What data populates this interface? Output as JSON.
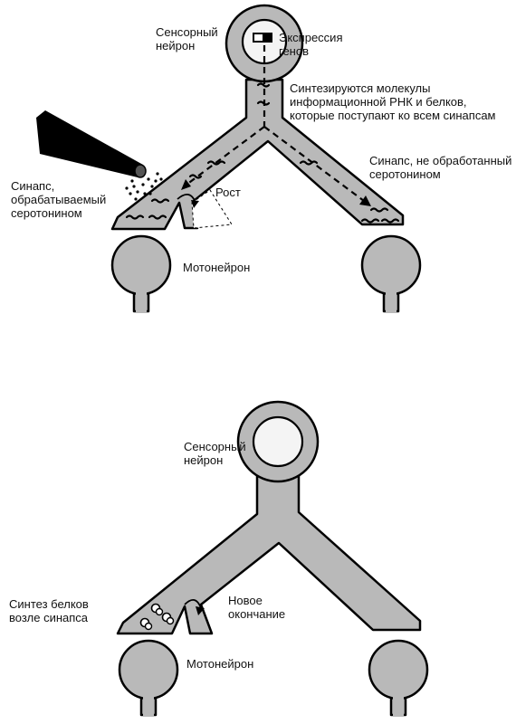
{
  "panel_top": {
    "sensory_neuron": "Сенсорный\nнейрон",
    "gene_expression": "Экспрессия\nгенов",
    "synthesis": "Синтезируются молекулы\nинформационной РНК и белков,\nкоторые поступают ко всем синапсам",
    "synapse_treated": "Синапс,\nобрабатываемый\nсеротонином",
    "growth": "Рост",
    "synapse_untreated": "Синапс, не обработанный\nсеротонином",
    "motor_neuron": "Мотонейрон"
  },
  "panel_bottom": {
    "sensory_neuron": "Сенсорный\nнейрон",
    "local_synthesis": "Синтез белков\nвозле синапса",
    "new_terminal": "Новое\nокончание",
    "motor_neuron": "Мотонейрон"
  }
}
